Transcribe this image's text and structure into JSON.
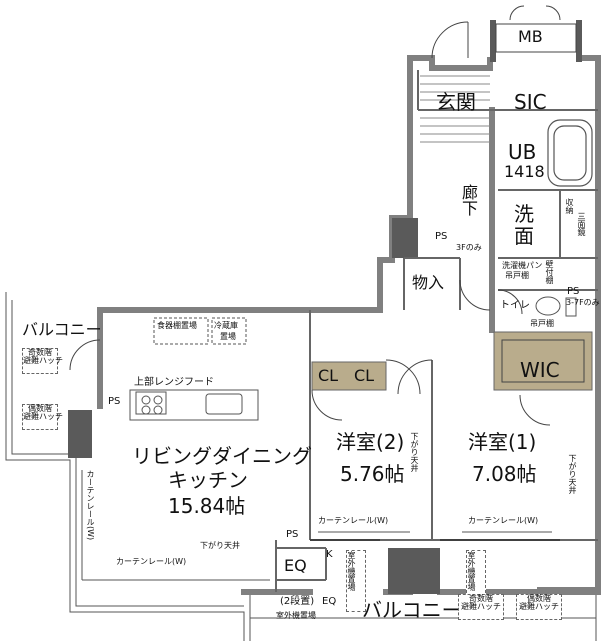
{
  "rooms": {
    "mb": "MB",
    "genkan": "玄関",
    "sic": "SIC",
    "ub": "UB",
    "ub_size": "1418",
    "rouka": "廊下",
    "sen": "洗",
    "men": "面",
    "shuno": "収納",
    "mirror": "三面鏡",
    "ps_top": "PS",
    "ps_top_note": "3Fのみ",
    "monoire": "物入",
    "toilet": "トイレ",
    "ps_toilet": "PS",
    "ps_toilet_note": "3-7Fのみ",
    "hanging_shelf": "吊戸棚",
    "wash_shelf": "洗濯機パン",
    "wash_shelf2": "吊戸棚",
    "wall_shelf": "壁付棚",
    "wic": "WIC",
    "cl1": "CL",
    "cl2": "CL",
    "youshitsu2": "洋室(2)",
    "youshitsu2_size": "5.76帖",
    "youshitsu1": "洋室(1)",
    "youshitsu1_size": "7.08帖",
    "ldk_line1": "リビングダイニング",
    "ldk_line2": "キッチン",
    "ldk_size": "15.84帖",
    "balcony_left": "バルコニー",
    "balcony_bottom": "バルコニー",
    "shokki": "食器棚置場",
    "reizoko": "冷蔵庫",
    "reizoko2": "置場",
    "rangehood": "上部レンジフード",
    "ps_ldk": "PS",
    "ps_bottom": "PS",
    "eq_box": "EQ",
    "eq_label": "EQ",
    "k_mark": "K",
    "sagari_ldk": "下がり天井",
    "sagari_r2": "下がり天井",
    "sagari_r1": "下がり天井",
    "curtain_ldk_v": "カーテンレール(W)",
    "curtain_ldk_h": "カーテンレール(W)",
    "curtain_r2": "カーテンレール(W)",
    "curtain_r1": "カーテンレール(W)",
    "hinan_odd_left": "奇数階",
    "hinan_odd_left2": "避難ハッチ",
    "hinan_even_left": "偶数階",
    "hinan_even_left2": "避難ハッチ",
    "hinan_odd_bottom": "奇数階",
    "hinan_odd_bottom2": "避難ハッチ",
    "hinan_even_bottom": "偶数階",
    "hinan_even_bottom2": "避難ハッチ",
    "outdoor_unit_v": "室外機置場",
    "outdoor_unit_v2": "室外機置場",
    "outdoor_unit_h": "室外機置場",
    "nidan": "(2段置)"
  }
}
